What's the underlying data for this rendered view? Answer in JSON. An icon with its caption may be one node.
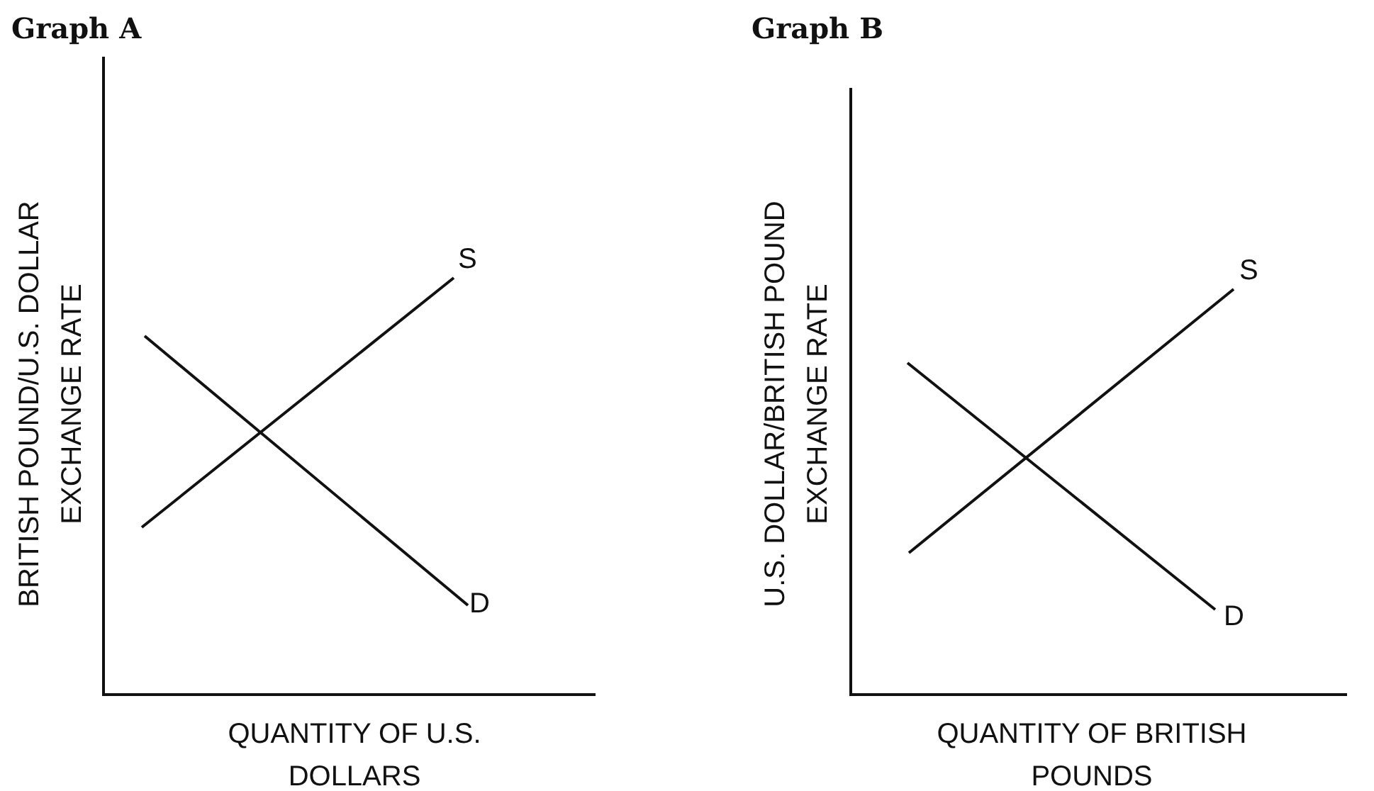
{
  "diagram": {
    "labels": [
      "Graph A",
      "BRITISH POUND/U.S. DOLLAR EXCHANGE RATE",
      "QUANTITY OF U.S. DOLLARS",
      "S",
      "D",
      "Graph B",
      "U.S. DOLLAR/BRITISH POUND EXCHANGE RATE",
      "QUANTITY OF BRITISH POUNDS",
      "S",
      "D"
    ]
  }
}
